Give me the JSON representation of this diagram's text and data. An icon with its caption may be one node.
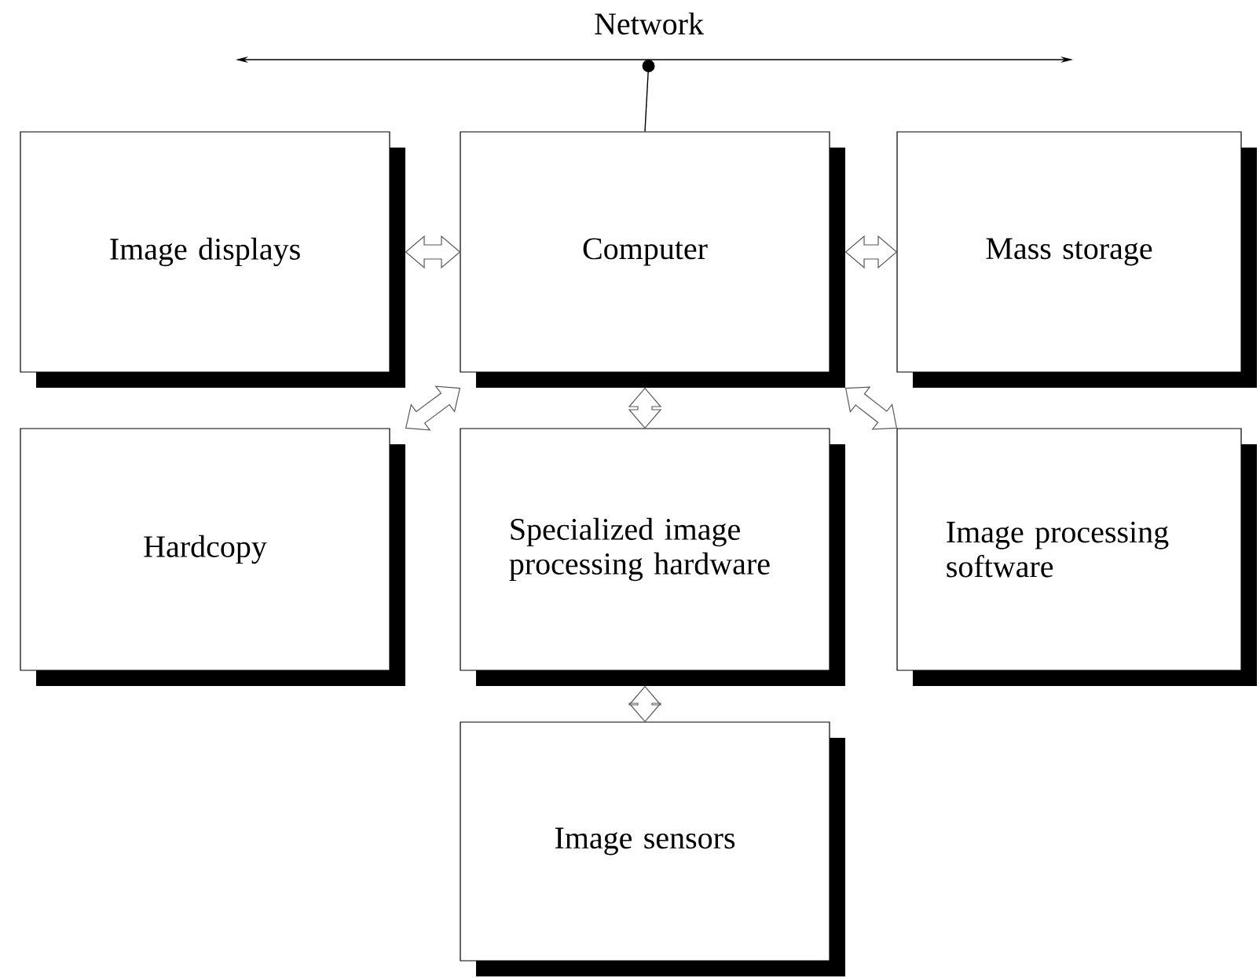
{
  "diagram": {
    "nodes": [
      {
        "text": [
          "Network"
        ]
      },
      {
        "text": [
          "Image displays"
        ]
      },
      {
        "text": [
          "Computer"
        ]
      },
      {
        "text": [
          "Mass storage"
        ]
      },
      {
        "text": [
          "Hardcopy"
        ]
      },
      {
        "text": [
          "Specialized image processing hardware"
        ]
      },
      {
        "text": [
          "Image processing software"
        ]
      },
      {
        "text": [
          "Image sensors"
        ]
      }
    ],
    "edges": [
      {
        "from": 2,
        "to": 0,
        "arrow": "other"
      },
      {
        "from": 1,
        "to": 2,
        "arrow": "both"
      },
      {
        "from": 2,
        "to": 3,
        "arrow": "both"
      },
      {
        "from": 4,
        "to": 2,
        "arrow": "both"
      },
      {
        "from": 2,
        "to": 5,
        "arrow": "both"
      },
      {
        "from": 6,
        "to": 2,
        "arrow": "both"
      },
      {
        "from": 5,
        "to": 7,
        "arrow": "both"
      }
    ]
  }
}
